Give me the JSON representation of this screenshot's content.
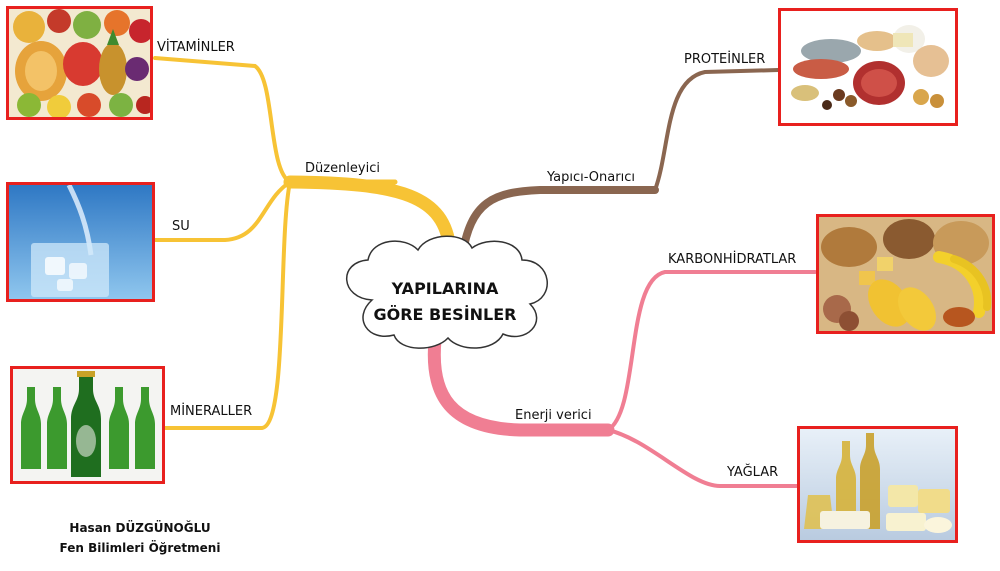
{
  "center": {
    "line1": "YAPILARINA",
    "line2": "GÖRE BESİNLER"
  },
  "branches": {
    "duzenleyici": "Düzenleyici",
    "yapici": "Yapıcı-Onarıcı",
    "enerji": "Enerji verici"
  },
  "leaves": {
    "vitaminler": "VİTAMİNLER",
    "su": "SU",
    "mineraller": "MİNERALLER",
    "proteinler": "PROTEİNLER",
    "karbonhidratlar": "KARBONHİDRATLAR",
    "yaglar": "YAĞLAR"
  },
  "author": {
    "name": "Hasan DÜZGÜNOĞLU",
    "title": "Fen Bilimleri Öğretmeni"
  },
  "colors": {
    "regulator_branch": "#f7c335",
    "builder_branch": "#8a6650",
    "energy_branch": "#f07e93",
    "image_border": "#e8201e"
  }
}
